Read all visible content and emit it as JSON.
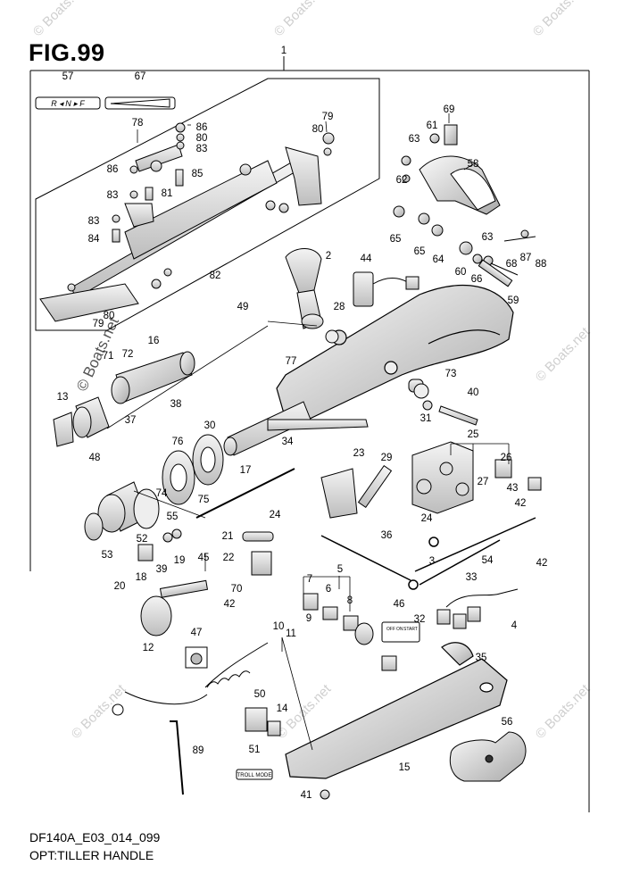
{
  "figure": {
    "title": "FIG.99",
    "model_code": "DF140A_E03_014_099",
    "subtitle": "OPT:TILLER HANDLE"
  },
  "watermark": {
    "text": "© Boats.net",
    "color": "#c8c8c8"
  },
  "decals": {
    "shift_label": "R ◂ N ▸ F",
    "switch_off": "OFF",
    "switch_on": "ON",
    "switch_start": "START",
    "troll_mode": "TROLL MODE"
  },
  "callouts": [
    {
      "id": "c1",
      "label": "1"
    },
    {
      "id": "c57",
      "label": "57"
    },
    {
      "id": "c67",
      "label": "67"
    },
    {
      "id": "c78",
      "label": "78"
    },
    {
      "id": "c79",
      "label": "79"
    },
    {
      "id": "c80a",
      "label": "80"
    },
    {
      "id": "c86a",
      "label": "86"
    },
    {
      "id": "c80b",
      "label": "80"
    },
    {
      "id": "c83a",
      "label": "83"
    },
    {
      "id": "c86b",
      "label": "86"
    },
    {
      "id": "c85",
      "label": "85"
    },
    {
      "id": "c81",
      "label": "81"
    },
    {
      "id": "c83b",
      "label": "83"
    },
    {
      "id": "c83c",
      "label": "83"
    },
    {
      "id": "c84",
      "label": "84"
    },
    {
      "id": "c82",
      "label": "82"
    },
    {
      "id": "c79b",
      "label": "79"
    },
    {
      "id": "c80c",
      "label": "80"
    },
    {
      "id": "c69",
      "label": "69"
    },
    {
      "id": "c61",
      "label": "61"
    },
    {
      "id": "c63a",
      "label": "63"
    },
    {
      "id": "c58",
      "label": "58"
    },
    {
      "id": "c62",
      "label": "62"
    },
    {
      "id": "c65a",
      "label": "65"
    },
    {
      "id": "c65b",
      "label": "65"
    },
    {
      "id": "c64",
      "label": "64"
    },
    {
      "id": "c63b",
      "label": "63"
    },
    {
      "id": "c60",
      "label": "60"
    },
    {
      "id": "c66",
      "label": "66"
    },
    {
      "id": "c68",
      "label": "68"
    },
    {
      "id": "c87",
      "label": "87"
    },
    {
      "id": "c88",
      "label": "88"
    },
    {
      "id": "c59",
      "label": "59"
    },
    {
      "id": "c2",
      "label": "2"
    },
    {
      "id": "c44",
      "label": "44"
    },
    {
      "id": "c28",
      "label": "28"
    },
    {
      "id": "c49",
      "label": "49"
    },
    {
      "id": "c16",
      "label": "16"
    },
    {
      "id": "c72",
      "label": "72"
    },
    {
      "id": "c71",
      "label": "71"
    },
    {
      "id": "c77",
      "label": "77"
    },
    {
      "id": "c73",
      "label": "73"
    },
    {
      "id": "c40",
      "label": "40"
    },
    {
      "id": "c31",
      "label": "31"
    },
    {
      "id": "c13",
      "label": "13"
    },
    {
      "id": "c38",
      "label": "38"
    },
    {
      "id": "c37",
      "label": "37"
    },
    {
      "id": "c48",
      "label": "48"
    },
    {
      "id": "c30",
      "label": "30"
    },
    {
      "id": "c76",
      "label": "76"
    },
    {
      "id": "c34",
      "label": "34"
    },
    {
      "id": "c25",
      "label": "25"
    },
    {
      "id": "c23",
      "label": "23"
    },
    {
      "id": "c29",
      "label": "29"
    },
    {
      "id": "c26",
      "label": "26"
    },
    {
      "id": "c27",
      "label": "27"
    },
    {
      "id": "c43",
      "label": "43"
    },
    {
      "id": "c17",
      "label": "17"
    },
    {
      "id": "c74",
      "label": "74"
    },
    {
      "id": "c75",
      "label": "75"
    },
    {
      "id": "c55",
      "label": "55"
    },
    {
      "id": "c24a",
      "label": "24"
    },
    {
      "id": "c24b",
      "label": "24"
    },
    {
      "id": "c42a",
      "label": "42"
    },
    {
      "id": "c52",
      "label": "52"
    },
    {
      "id": "c36",
      "label": "36"
    },
    {
      "id": "c53",
      "label": "53"
    },
    {
      "id": "c21",
      "label": "21"
    },
    {
      "id": "c39",
      "label": "39"
    },
    {
      "id": "c19",
      "label": "19"
    },
    {
      "id": "c22",
      "label": "22"
    },
    {
      "id": "c45",
      "label": "45"
    },
    {
      "id": "c3",
      "label": "3"
    },
    {
      "id": "c54",
      "label": "54"
    },
    {
      "id": "c42b",
      "label": "42"
    },
    {
      "id": "c20",
      "label": "20"
    },
    {
      "id": "c18",
      "label": "18"
    },
    {
      "id": "c5",
      "label": "5"
    },
    {
      "id": "c33",
      "label": "33"
    },
    {
      "id": "c70",
      "label": "70"
    },
    {
      "id": "c7",
      "label": "7"
    },
    {
      "id": "c6",
      "label": "6"
    },
    {
      "id": "c8",
      "label": "8"
    },
    {
      "id": "c42c",
      "label": "42"
    },
    {
      "id": "c46",
      "label": "46"
    },
    {
      "id": "c9",
      "label": "9"
    },
    {
      "id": "c32",
      "label": "32"
    },
    {
      "id": "c4",
      "label": "4"
    },
    {
      "id": "c12",
      "label": "12"
    },
    {
      "id": "c47",
      "label": "47"
    },
    {
      "id": "c10",
      "label": "10"
    },
    {
      "id": "c11",
      "label": "11"
    },
    {
      "id": "c35",
      "label": "35"
    },
    {
      "id": "c50",
      "label": "50"
    },
    {
      "id": "c14",
      "label": "14"
    },
    {
      "id": "c56",
      "label": "56"
    },
    {
      "id": "c89",
      "label": "89"
    },
    {
      "id": "c51",
      "label": "51"
    },
    {
      "id": "c15",
      "label": "15"
    },
    {
      "id": "c41",
      "label": "41"
    }
  ]
}
